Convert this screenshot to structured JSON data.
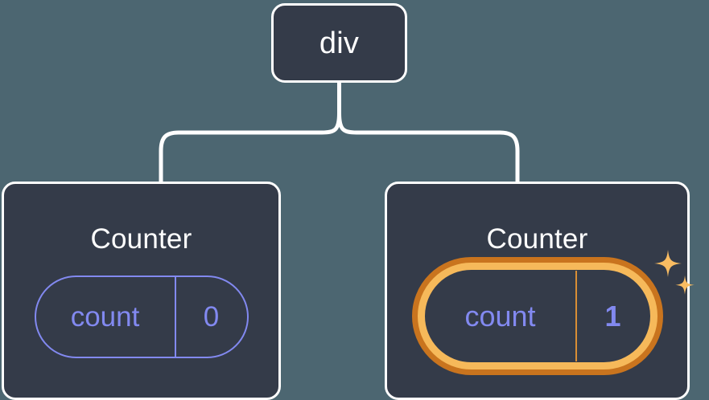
{
  "diagram": {
    "title": "React component tree with state highlight",
    "background_color": "#4c6671",
    "node_fill": "#343b49",
    "node_border": "#ffffff",
    "state_color": "#8289f0",
    "highlight_outer_color": "#c9741e",
    "highlight_inner_color": "#f6b95a",
    "sparkle_color": "#f9bc62"
  },
  "root": {
    "label": "div"
  },
  "children": [
    {
      "title": "Counter",
      "state": {
        "key": "count",
        "value": "0"
      },
      "highlighted": false
    },
    {
      "title": "Counter",
      "state": {
        "key": "count",
        "value": "1"
      },
      "highlighted": true,
      "sparkle_icon": "sparkles-icon"
    }
  ]
}
